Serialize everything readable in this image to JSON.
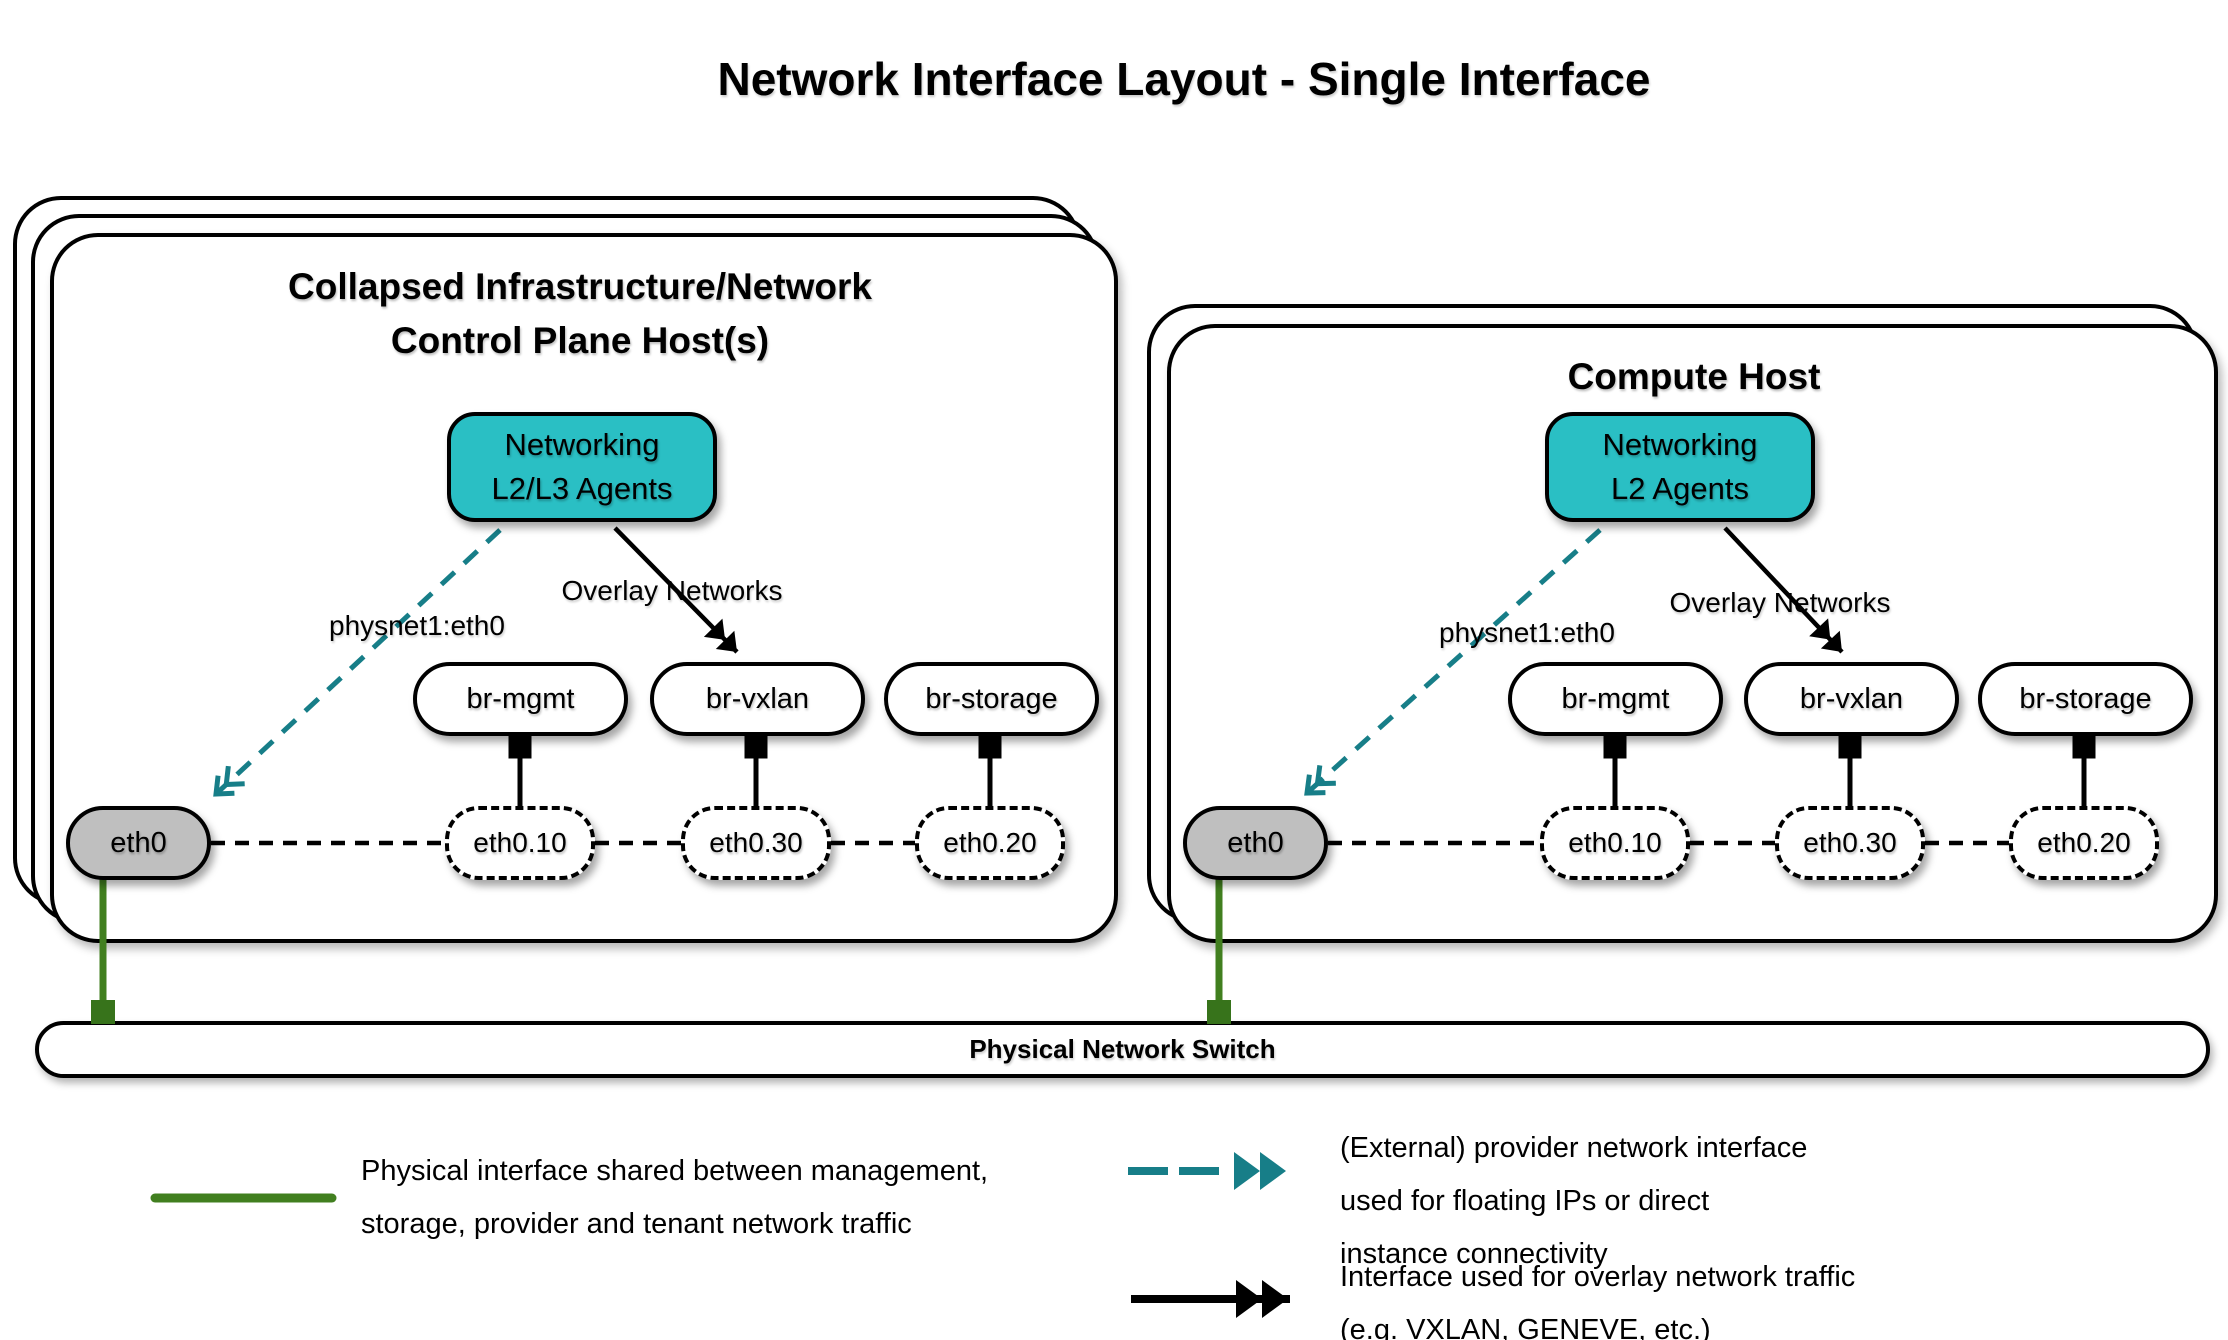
{
  "title": "Network Interface Layout - Single Interface",
  "hosts": [
    {
      "title_lines": [
        "Collapsed Infrastructure/Network",
        "Control Plane Host(s)"
      ],
      "agent_lines": [
        "Networking",
        "L2/L3 Agents"
      ],
      "provider_link_label": "physnet1:eth0",
      "overlay_link_label": "Overlay Networks",
      "bridges": [
        "br-mgmt",
        "br-vxlan",
        "br-storage"
      ],
      "vlan_interfaces": [
        "eth0.10",
        "eth0.30",
        "eth0.20"
      ],
      "physical_interface": "eth0",
      "stacked_copies": 3
    },
    {
      "title_lines": [
        "Compute Host"
      ],
      "agent_lines": [
        "Networking",
        "L2 Agents"
      ],
      "provider_link_label": "physnet1:eth0",
      "overlay_link_label": "Overlay Networks",
      "bridges": [
        "br-mgmt",
        "br-vxlan",
        "br-storage"
      ],
      "vlan_interfaces": [
        "eth0.10",
        "eth0.30",
        "eth0.20"
      ],
      "physical_interface": "eth0",
      "stacked_copies": 2
    }
  ],
  "switch": {
    "label": "Physical Network Switch"
  },
  "legend": {
    "items": [
      {
        "symbol": "green-solid-line",
        "lines": [
          "Physical interface shared between management,",
          "storage, provider and tenant network traffic"
        ]
      },
      {
        "symbol": "teal-dashed-double-arrow",
        "lines": [
          "(External) provider network interface",
          "used for floating IPs or direct",
          "instance connectivity"
        ]
      },
      {
        "symbol": "black-solid-double-arrow",
        "lines": [
          "Interface used for overlay network traffic",
          "(e.g. VXLAN, GENEVE, etc.)"
        ]
      }
    ]
  },
  "colors": {
    "agent_fill": "#2ABFC4",
    "provider_arrow": "#177E88",
    "physical_link_green": "#417F1F",
    "link_square_green": "#37731B",
    "interface_fill": "#BFBFBF",
    "line_black": "#000000"
  }
}
